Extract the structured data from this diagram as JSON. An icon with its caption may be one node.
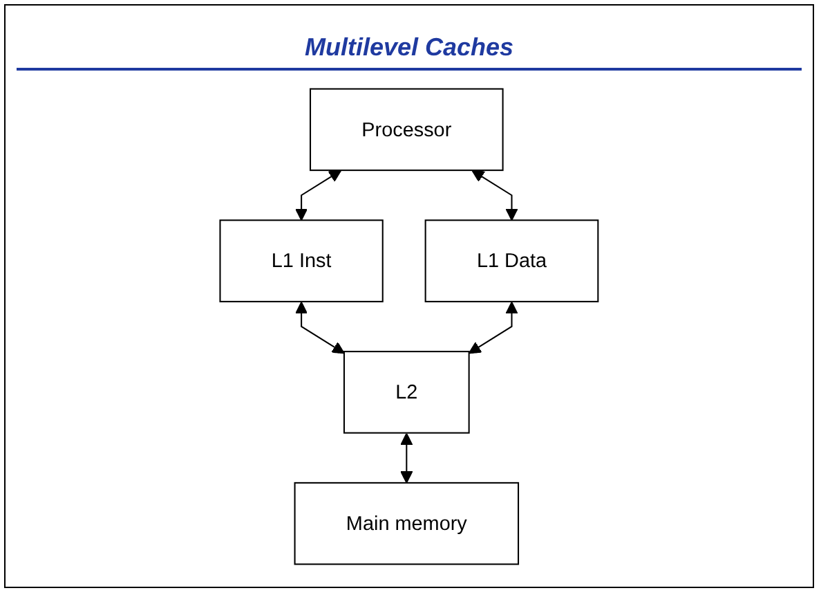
{
  "diagram": {
    "title": "Multilevel Caches",
    "nodes": [
      {
        "text": [
          "Processor"
        ]
      },
      {
        "text": [
          "L1 Inst"
        ]
      },
      {
        "text": [
          "L1 Data"
        ]
      },
      {
        "text": [
          "L2"
        ]
      },
      {
        "text": [
          "Main memory"
        ]
      }
    ],
    "edges": [
      {
        "from": 0,
        "to": 1,
        "arrow": "both"
      },
      {
        "from": 0,
        "to": 2,
        "arrow": "both"
      },
      {
        "from": 1,
        "to": 3,
        "arrow": "both"
      },
      {
        "from": 2,
        "to": 3,
        "arrow": "both"
      },
      {
        "from": 3,
        "to": 4,
        "arrow": "both"
      }
    ]
  }
}
